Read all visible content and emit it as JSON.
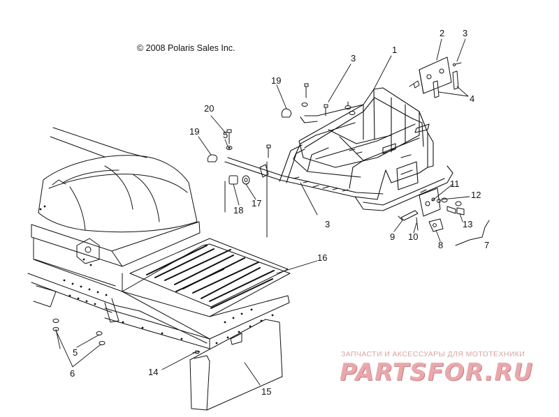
{
  "copyright": "© 2008 Polaris Sales Inc.",
  "callouts": [
    "1",
    "2",
    "3",
    "3",
    "3",
    "4",
    "5",
    "5",
    "6",
    "7",
    "8",
    "9",
    "10",
    "11",
    "12",
    "13",
    "14",
    "15",
    "16",
    "17",
    "18",
    "19",
    "19",
    "20"
  ],
  "watermark": {
    "tagline": "ЗАПЧАСТИ И АКСЕССУАРЫ ДЛЯ МОТОТЕХНИКИ",
    "logo": "PARTSFOR.RU",
    "color": "#e9a8ac"
  },
  "colors": {
    "line": "#111111",
    "paper": "#ffffff"
  }
}
